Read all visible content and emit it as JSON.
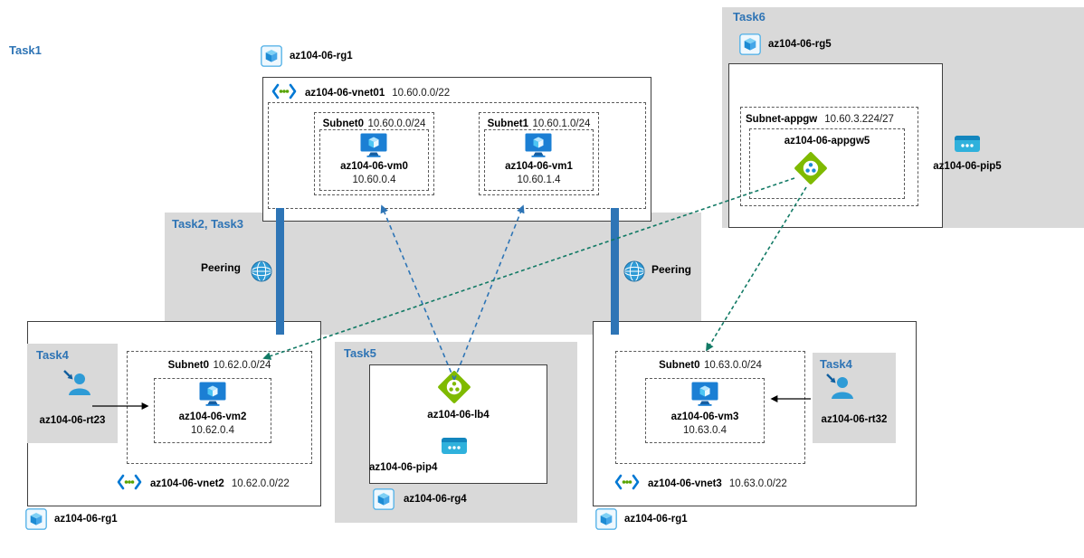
{
  "colors": {
    "task_label": "#2E74B5",
    "region_gray": "#D9D9D9",
    "peering_bar": "#2E75B6",
    "arrow_blue": "#2E75B6",
    "arrow_teal": "#127A65",
    "arrow_black": "#000000"
  },
  "tasks": {
    "task1": "Task1",
    "task23": "Task2, Task3",
    "task4_left": "Task4",
    "task4_right": "Task4",
    "task5": "Task5",
    "task6": "Task6"
  },
  "peering": {
    "left_label": "Peering",
    "right_label": "Peering"
  },
  "resource_groups": {
    "top": "az104-06-rg1",
    "rg5": "az104-06-rg5",
    "rg4": "az104-06-rg4",
    "bottom_left": "az104-06-rg1",
    "bottom_right": "az104-06-rg1"
  },
  "vnet1": {
    "name": "az104-06-vnet01",
    "cidr": "10.60.0.0/22",
    "subnet0": {
      "name": "Subnet0",
      "cidr": "10.60.0.0/24",
      "vm_name": "az104-06-vm0",
      "vm_ip": "10.60.0.4"
    },
    "subnet1": {
      "name": "Subnet1",
      "cidr": "10.60.1.0/24",
      "vm_name": "az104-06-vm1",
      "vm_ip": "10.60.1.4"
    }
  },
  "vnet2": {
    "name": "az104-06-vnet2",
    "cidr": "10.62.0.0/22",
    "subnet0": {
      "name": "Subnet0",
      "cidr": "10.62.0.0/24",
      "vm_name": "az104-06-vm2",
      "vm_ip": "10.62.0.4"
    }
  },
  "vnet3": {
    "name": "az104-06-vnet3",
    "cidr": "10.63.0.0/22",
    "subnet0": {
      "name": "Subnet0",
      "cidr": "10.63.0.0/24",
      "vm_name": "az104-06-vm3",
      "vm_ip": "10.63.0.4"
    }
  },
  "appgw_subnet": {
    "name": "Subnet-appgw",
    "cidr": "10.60.3.224/27",
    "appgw_name": "az104-06-appgw5"
  },
  "pips": {
    "pip5": "az104-06-pip5",
    "pip4": "az104-06-pip4"
  },
  "load_balancer": "az104-06-lb4",
  "route_tables": {
    "rt23": "az104-06-rt23",
    "rt32": "az104-06-rt32"
  }
}
